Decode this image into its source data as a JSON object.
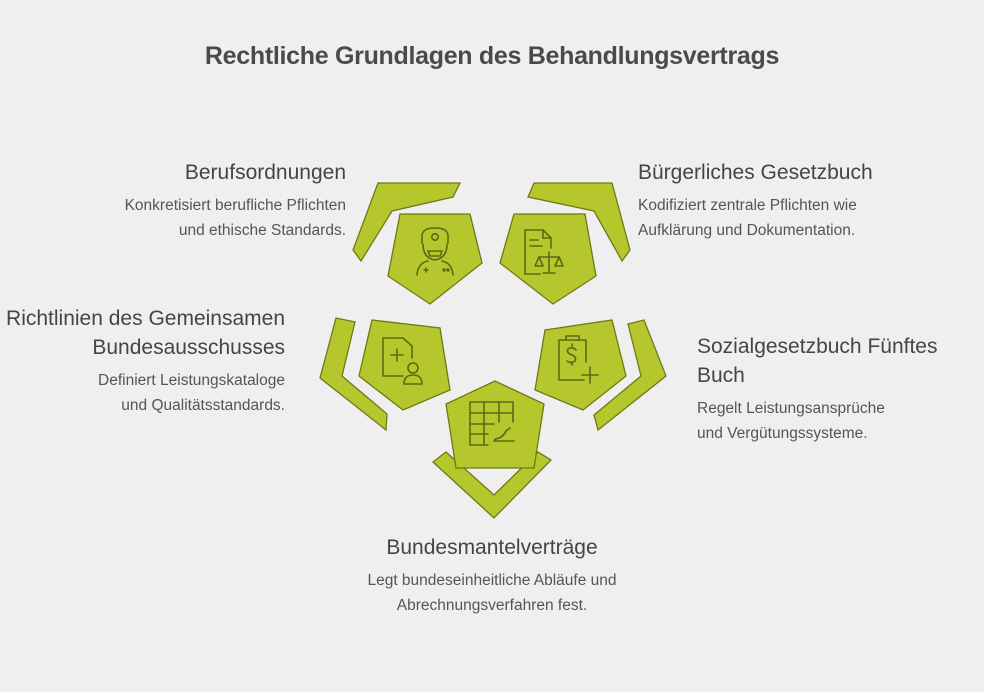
{
  "title": "Rechtliche Grundlagen des Behandlungsvertrags",
  "colors": {
    "accent": "#b6c72d",
    "accent_stroke": "#6c7a16",
    "icon": "#5e6814",
    "background": "#efefef"
  },
  "items": [
    {
      "heading": "Berufsordnungen",
      "desc_lines": [
        "Konkretisiert berufliche Pflichten",
        "und ethische Standards."
      ],
      "icon": "doctor-icon"
    },
    {
      "heading": "Bürgerliches Gesetzbuch",
      "desc_lines": [
        "Kodifiziert zentrale Pflichten wie",
        "Aufklärung und Dokumentation."
      ],
      "icon": "legal-document-scale-icon"
    },
    {
      "heading_lines": [
        "Richtlinien des Gemeinsamen",
        "Bundesausschusses"
      ],
      "desc_lines": [
        "Definiert Leistungskataloge",
        "und Qualitätsstandards."
      ],
      "icon": "medical-file-person-icon"
    },
    {
      "heading": "Sozialgesetzbuch Fünftes Buch",
      "desc_lines": [
        "Regelt Leistungsansprüche",
        "und Vergütungssysteme."
      ],
      "icon": "clipboard-dollar-plus-icon"
    },
    {
      "heading": "Bundesmantelverträge",
      "desc_lines": [
        "Legt bundeseinheitliche Abläufe und",
        "Abrechnungsverfahren fest."
      ],
      "icon": "table-chart-icon"
    }
  ]
}
